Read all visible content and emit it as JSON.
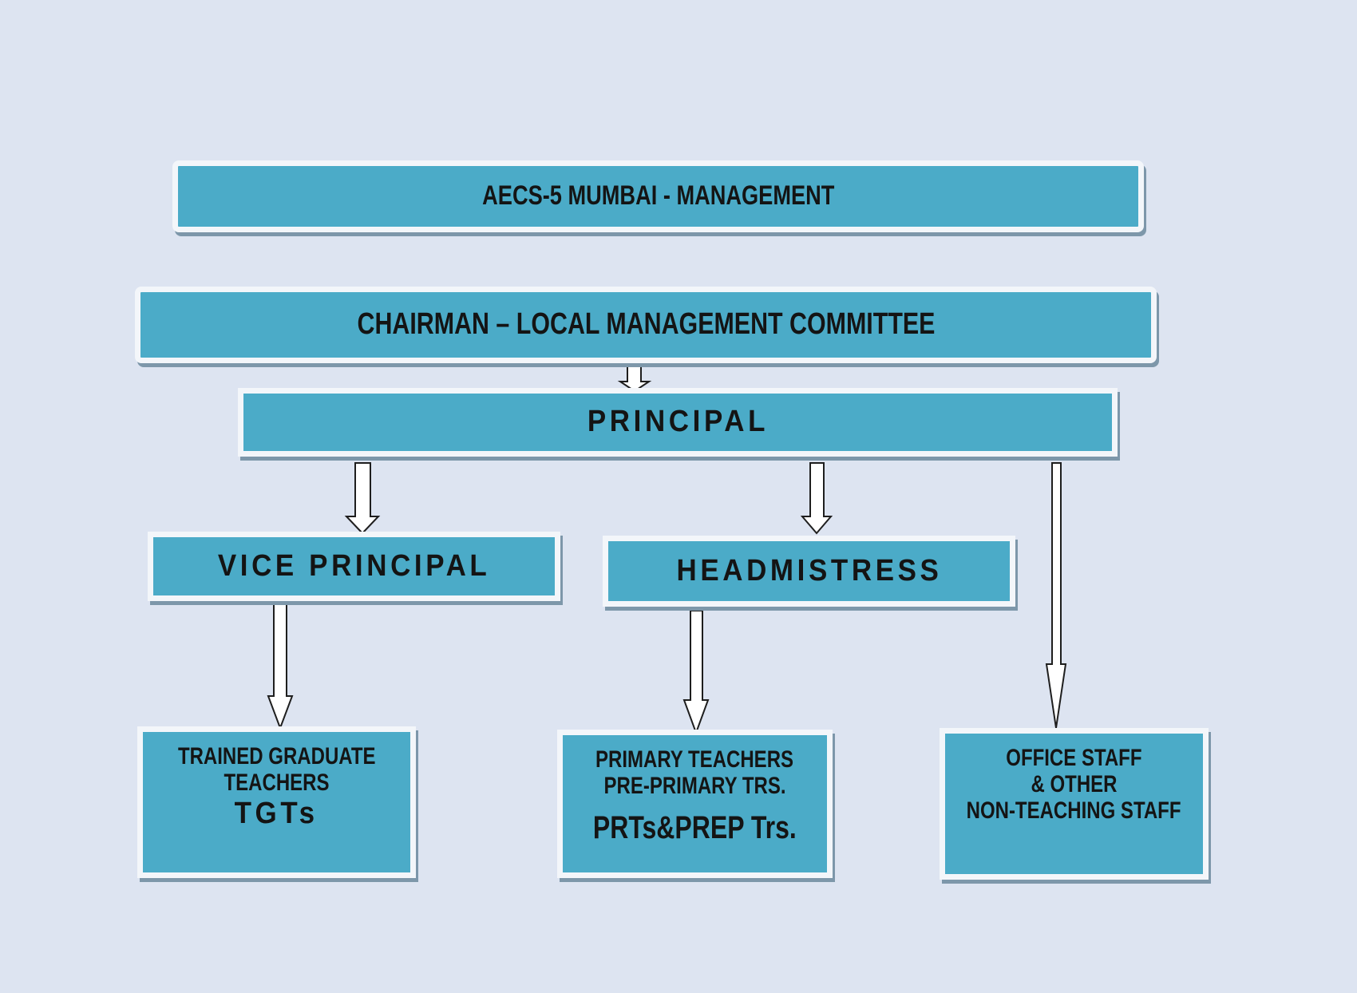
{
  "org_chart": {
    "management": "AECS-5 MUMBAI - MANAGEMENT",
    "chairman": "CHAIRMAN – LOCAL MANAGEMENT COMMITTEE",
    "principal": "PRINCIPAL",
    "vice_principal": "VICE PRINCIPAL",
    "headmistress": "HEADMISTRESS",
    "tgt": {
      "line1": "TRAINED GRADUATE",
      "line2": "TEACHERS",
      "abbr": "TGTs"
    },
    "primary": {
      "line1": "PRIMARY TEACHERS",
      "line2": "PRE-PRIMARY TRS.",
      "abbr": "PRTs&PREP Trs."
    },
    "office": {
      "line1": "OFFICE STAFF",
      "line2": "& OTHER",
      "line3": "NON-TEACHING STAFF"
    }
  },
  "colors": {
    "box_fill": "#4babc8",
    "box_border": "#f3f6fa",
    "background": "#dde4f1"
  }
}
